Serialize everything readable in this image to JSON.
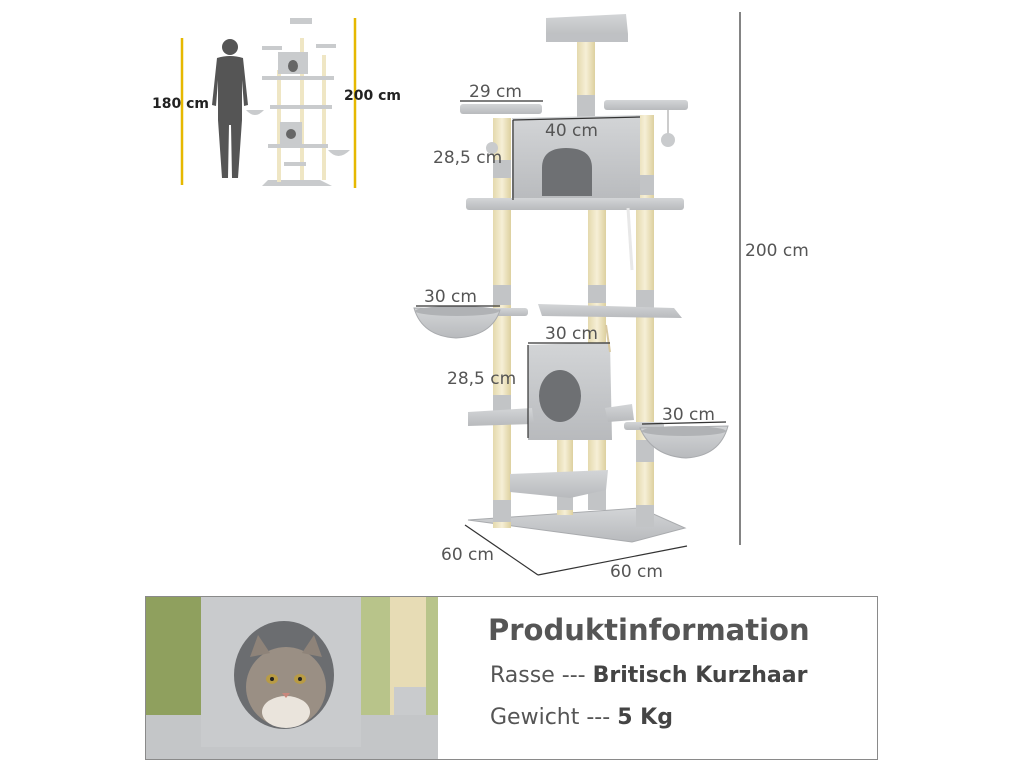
{
  "scale": {
    "person_height": "180 cm",
    "tree_height": "200 cm"
  },
  "dimensions": {
    "top_platform_width": "29 cm",
    "top_house_width": "40 cm",
    "top_house_height": "28,5 cm",
    "hammock_left_width": "30 cm",
    "lower_house_width": "30 cm",
    "lower_house_height": "28,5 cm",
    "hammock_right_width": "30 cm",
    "total_height": "200 cm",
    "base_depth": "60 cm",
    "base_width": "60 cm"
  },
  "info": {
    "title": "Produktinformation",
    "breed_label": "Rasse",
    "separator": "---",
    "breed_value": "Britisch Kurzhaar",
    "weight_label": "Gewicht",
    "weight_value": "5 Kg"
  },
  "colors": {
    "plush": "#c9cbcd",
    "sisal": "#efe6c4",
    "accent_line": "#e6b800"
  }
}
